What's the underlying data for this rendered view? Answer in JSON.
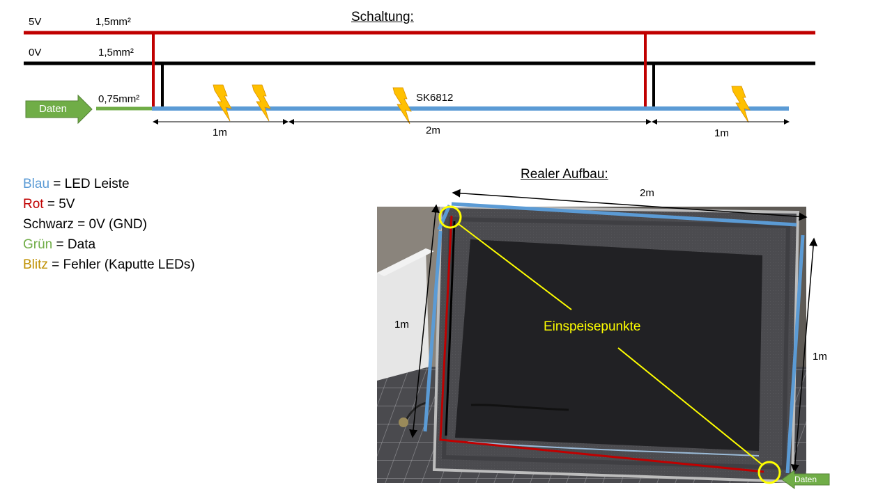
{
  "schematic": {
    "title": "Schaltung:",
    "rail_5v": {
      "label": "5V",
      "cross_section": "1,5mm²"
    },
    "rail_0v": {
      "label": "0V",
      "cross_section": "1,5mm²"
    },
    "data_input": {
      "arrow_label": "Daten",
      "cross_section": "0,75mm²"
    },
    "strip_label": "SK6812",
    "segments": [
      {
        "label": "1m"
      },
      {
        "label": "2m"
      },
      {
        "label": "1m"
      }
    ]
  },
  "legend": [
    {
      "term": "Blau",
      "definition": " = LED Leiste",
      "color": "#5b9bd5"
    },
    {
      "term": "Rot",
      "definition": " = 5V",
      "color": "#c00000"
    },
    {
      "term": "Schwarz",
      "definition": " = 0V (GND)",
      "color": "#000000"
    },
    {
      "term": "Grün",
      "definition": " = Data",
      "color": "#70ad47"
    },
    {
      "term": "Blitz",
      "definition": " = Fehler (Kaputte LEDs)",
      "color": "#bf9000"
    }
  ],
  "real_setup": {
    "title": "Realer Aufbau:",
    "top_dimension": "2m",
    "left_dimension": "1m",
    "right_dimension": "1m",
    "feed_points_label": "Einspeisepunkte",
    "data_arrow_label": "Daten"
  },
  "colors": {
    "led_strip": "#5b9bd5",
    "rail_5v": "#c00000",
    "rail_0v": "#000000",
    "data": "#70ad47",
    "fault_bolt": "#ffc000",
    "highlight": "#ffff00"
  },
  "icons": [
    "lightning-bolt-icon",
    "data-arrow-icon",
    "dimension-arrow"
  ]
}
